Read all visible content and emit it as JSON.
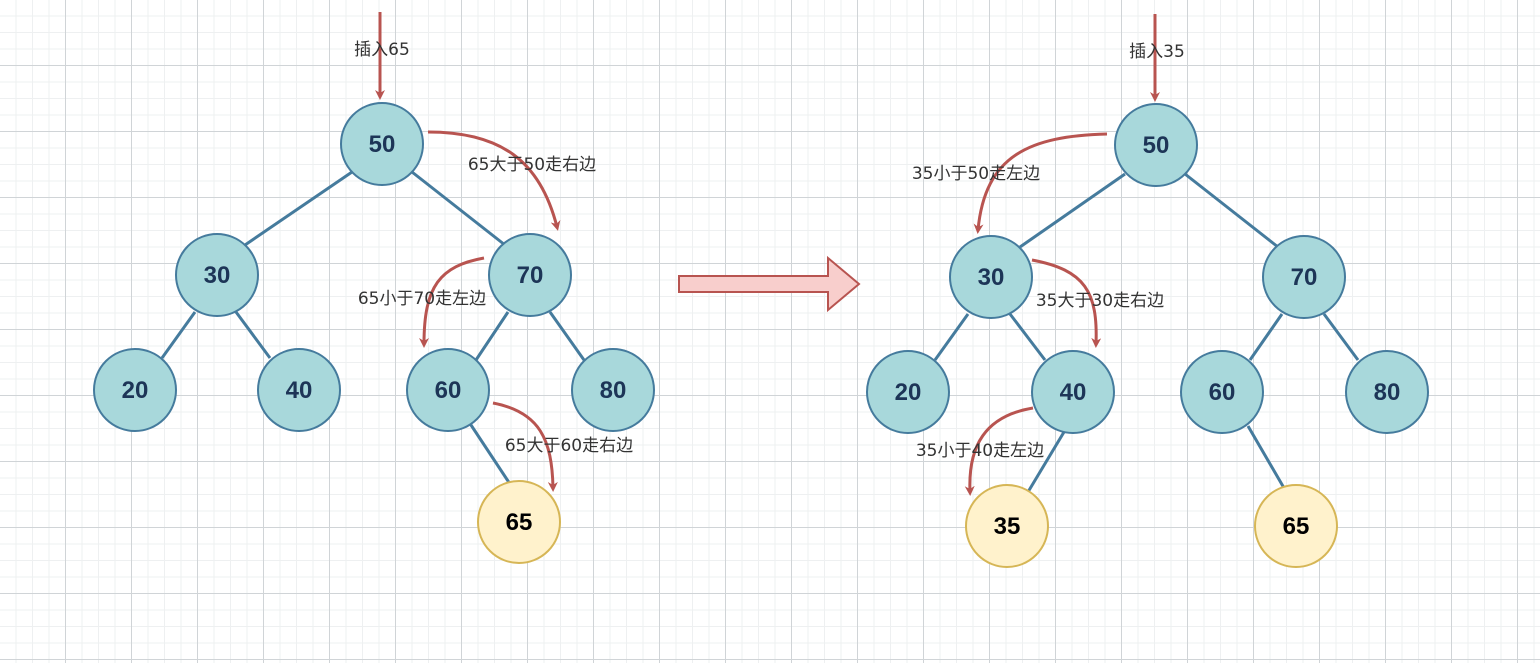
{
  "colors": {
    "node_fill": "#a8d8db",
    "node_stroke": "#457b9d",
    "node_text": "#1d3557",
    "new_fill": "#fff2cc",
    "new_stroke": "#d6b656",
    "new_text": "#000000",
    "edge": "#457b9d",
    "arrow": "#b85450",
    "big_arrow_fill": "#f8cecc",
    "big_arrow_stroke": "#b85450"
  },
  "left_diagram": {
    "insert_label": "插入65",
    "steps": [
      "65大于50走右边",
      "65小于70走左边",
      "65大于60走右边"
    ],
    "nodes": [
      "50",
      "30",
      "70",
      "20",
      "40",
      "60",
      "80",
      "65"
    ],
    "new_node": "65"
  },
  "right_diagram": {
    "insert_label": "插入35",
    "steps": [
      "35小于50走左边",
      "35大于30走右边",
      "35小于40走左边"
    ],
    "nodes": [
      "50",
      "30",
      "70",
      "20",
      "40",
      "60",
      "80",
      "35",
      "65"
    ],
    "new_node": "35"
  }
}
